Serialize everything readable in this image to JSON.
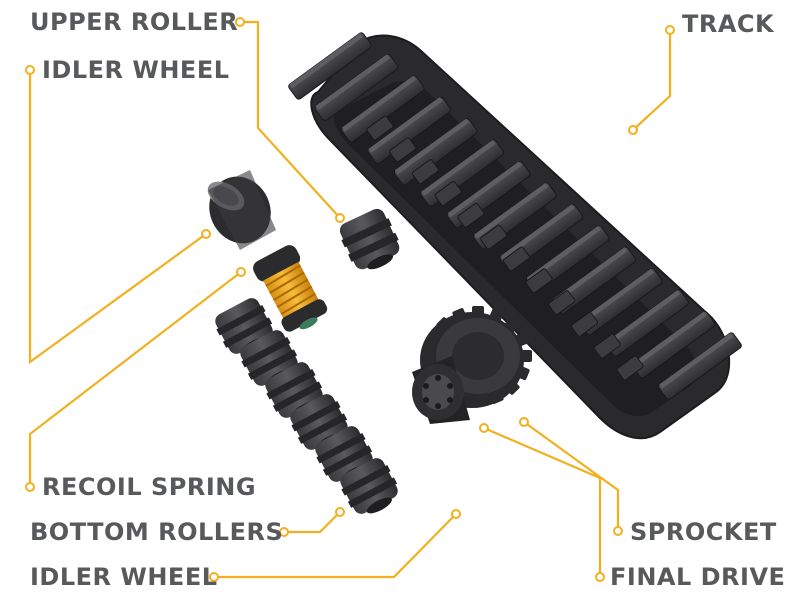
{
  "labels": {
    "upper_roller": "UPPER ROLLER",
    "idler_wheel_top": "IDLER WHEEL",
    "track": "TRACK",
    "recoil_spring": "RECOIL SPRING",
    "bottom_rollers": "BOTTOM ROLLERS",
    "idler_wheel_bottom": "IDLER WHEEL",
    "sprocket": "SPROCKET",
    "final_drive": "FINAL DRIVE"
  },
  "colors": {
    "label_text": "#58595b",
    "leader_line": "#f2b01e",
    "part_dark": "#2b2b2d",
    "part_mid": "#444447",
    "part_light": "#5c5c60",
    "spring": "#f2a81d"
  }
}
